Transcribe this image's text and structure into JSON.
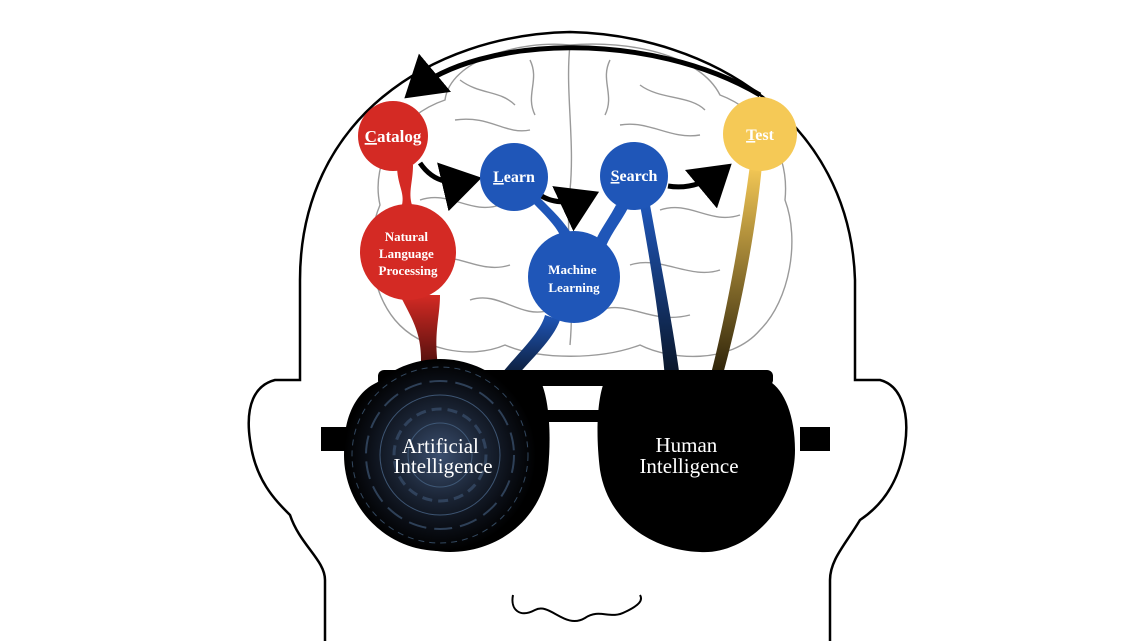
{
  "diagram": {
    "nodes": {
      "catalog": {
        "initial": "C",
        "rest": "atalog",
        "color": "#d42a24"
      },
      "learn": {
        "initial": "L",
        "rest": "earn",
        "color": "#1f56b8"
      },
      "search": {
        "initial": "S",
        "rest": "earch",
        "color": "#1f56b8"
      },
      "test": {
        "initial": "T",
        "rest": "est",
        "color": "#f5c956"
      },
      "nlp": {
        "line1": "Natural",
        "line2": "Language",
        "line3": "Processing",
        "color": "#d42a24"
      },
      "ml": {
        "line1": "Machine",
        "line2": "Learning",
        "color": "#1f56b8"
      }
    },
    "lenses": {
      "ai": {
        "line1": "Artificial",
        "line2": "Intelligence"
      },
      "human": {
        "line1": "Human",
        "line2": "Intelligence"
      }
    },
    "colors": {
      "outline": "#000000",
      "brain": "#9a9a9a",
      "ai_lens_glow": "#5b7fa8"
    }
  }
}
